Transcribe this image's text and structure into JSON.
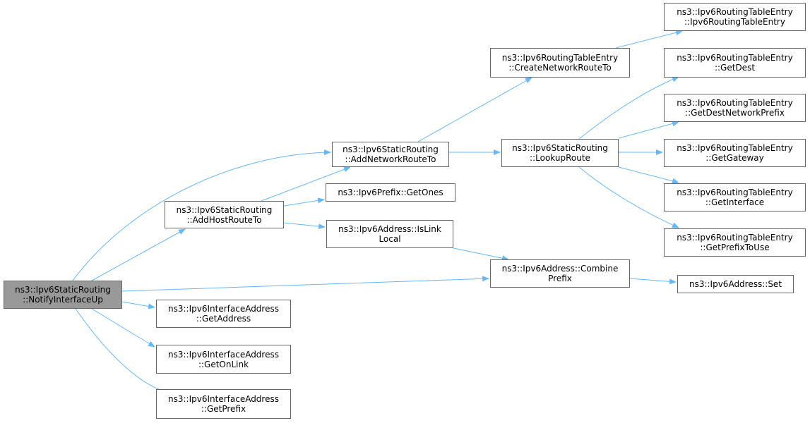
{
  "colors": {
    "edge": "#63b8ff",
    "node_border": "#666666",
    "root_fill": "#999999",
    "node_fill": "#ffffff"
  },
  "nodes": [
    {
      "id": "n0",
      "lines": [
        "ns3::Ipv6StaticRouting",
        "::NotifyInterfaceUp"
      ],
      "root": true
    },
    {
      "id": "n1",
      "lines": [
        "ns3::Ipv6StaticRouting",
        "::AddHostRouteTo"
      ]
    },
    {
      "id": "n2",
      "lines": [
        "ns3::Ipv6StaticRouting",
        "::AddNetworkRouteTo"
      ]
    },
    {
      "id": "n3",
      "lines": [
        "ns3::Ipv6RoutingTableEntry",
        "::CreateNetworkRouteTo"
      ]
    },
    {
      "id": "n4",
      "lines": [
        "ns3::Ipv6RoutingTableEntry",
        "::Ipv6RoutingTableEntry"
      ]
    },
    {
      "id": "n5",
      "lines": [
        "ns3::Ipv6StaticRouting",
        "::LookupRoute"
      ]
    },
    {
      "id": "n6",
      "lines": [
        "ns3::Ipv6RoutingTableEntry",
        "::GetDest"
      ]
    },
    {
      "id": "n7",
      "lines": [
        "ns3::Ipv6RoutingTableEntry",
        "::GetDestNetworkPrefix"
      ]
    },
    {
      "id": "n8",
      "lines": [
        "ns3::Ipv6RoutingTableEntry",
        "::GetGateway"
      ]
    },
    {
      "id": "n9",
      "lines": [
        "ns3::Ipv6RoutingTableEntry",
        "::GetInterface"
      ]
    },
    {
      "id": "n10",
      "lines": [
        "ns3::Ipv6RoutingTableEntry",
        "::GetPrefixToUse"
      ]
    },
    {
      "id": "n11",
      "lines": [
        "ns3::Ipv6Prefix::GetOnes"
      ]
    },
    {
      "id": "n12",
      "lines": [
        "ns3::Ipv6Address::IsLink",
        "Local"
      ]
    },
    {
      "id": "n13",
      "lines": [
        "ns3::Ipv6Address::Combine",
        "Prefix"
      ]
    },
    {
      "id": "n14",
      "lines": [
        "ns3::Ipv6Address::Set"
      ]
    },
    {
      "id": "n15",
      "lines": [
        "ns3::Ipv6InterfaceAddress",
        "::GetAddress"
      ]
    },
    {
      "id": "n16",
      "lines": [
        "ns3::Ipv6InterfaceAddress",
        "::GetOnLink"
      ]
    },
    {
      "id": "n17",
      "lines": [
        "ns3::Ipv6InterfaceAddress",
        "::GetPrefix"
      ]
    }
  ],
  "edges": [
    {
      "from": "n0",
      "to": "n1"
    },
    {
      "from": "n0",
      "to": "n2"
    },
    {
      "from": "n0",
      "to": "n13"
    },
    {
      "from": "n0",
      "to": "n15"
    },
    {
      "from": "n0",
      "to": "n16"
    },
    {
      "from": "n0",
      "to": "n17"
    },
    {
      "from": "n1",
      "to": "n2"
    },
    {
      "from": "n1",
      "to": "n11"
    },
    {
      "from": "n1",
      "to": "n12"
    },
    {
      "from": "n2",
      "to": "n3"
    },
    {
      "from": "n2",
      "to": "n5"
    },
    {
      "from": "n3",
      "to": "n4"
    },
    {
      "from": "n5",
      "to": "n6"
    },
    {
      "from": "n5",
      "to": "n7"
    },
    {
      "from": "n5",
      "to": "n8"
    },
    {
      "from": "n5",
      "to": "n9"
    },
    {
      "from": "n5",
      "to": "n10"
    },
    {
      "from": "n12",
      "to": "n13"
    },
    {
      "from": "n13",
      "to": "n14"
    }
  ]
}
